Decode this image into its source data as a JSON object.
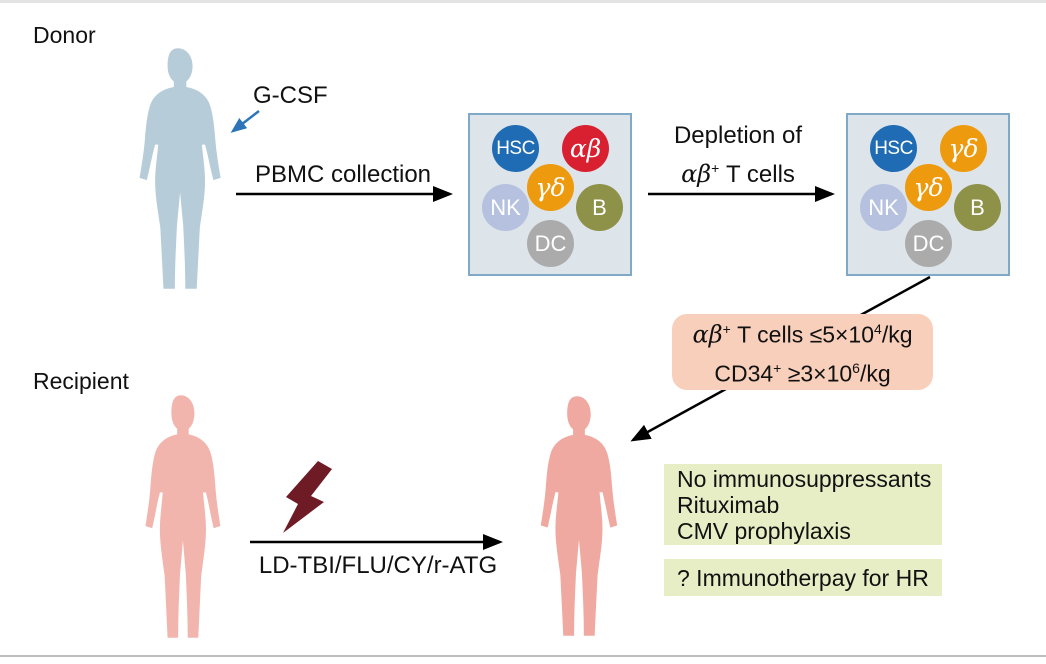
{
  "figure": {
    "donor_label": "Donor",
    "recipient_label": "Recipient"
  },
  "annotations": {
    "gcsf": "G-CSF",
    "pbmc": "PBMC collection",
    "depletion": {
      "line1": "Depletion of",
      "greek": "αβ",
      "sup": "+",
      "rest": " T cells"
    },
    "conditioning": "LD-TBI/FLU/CY/r-ATG"
  },
  "graft_before": {
    "cells": [
      {
        "id": "hsc",
        "label": "HSC",
        "color": "#1f6cb4"
      },
      {
        "id": "alphabeta-t",
        "label": "αβ",
        "color": "#d92031"
      },
      {
        "id": "gammadelta-t",
        "label": "γδ",
        "color": "#ee9a0e"
      },
      {
        "id": "nk",
        "label": "NK",
        "color": "#b5c1de"
      },
      {
        "id": "b-cell",
        "label": "B",
        "color": "#8e9148"
      },
      {
        "id": "dc",
        "label": "DC",
        "color": "#ababab"
      }
    ]
  },
  "graft_after": {
    "cells": [
      {
        "id": "hsc",
        "label": "HSC",
        "color": "#1f6cb4"
      },
      {
        "id": "gammadelta-t-2",
        "label": "γδ",
        "color": "#ee9a0e"
      },
      {
        "id": "gammadelta-t",
        "label": "γδ",
        "color": "#ee9a0e"
      },
      {
        "id": "nk",
        "label": "NK",
        "color": "#b5c1de"
      },
      {
        "id": "b-cell",
        "label": "B",
        "color": "#8e9148"
      },
      {
        "id": "dc",
        "label": "DC",
        "color": "#ababab"
      }
    ]
  },
  "criteria": {
    "line1": {
      "greek": "αβ",
      "sup1": "+",
      "mid": " T cells ≤5×10",
      "sup2": "4",
      "end": "/kg"
    },
    "line2": {
      "pre": "CD34",
      "sup1": "+",
      "mid": " ≥3×10",
      "sup2": "6",
      "end": "/kg"
    }
  },
  "post_transplant": {
    "lines": [
      "No immunosuppressants",
      "Rituximab",
      "CMV prophylaxis"
    ]
  },
  "question_box": {
    "text": "? Immunotherpay for HR"
  },
  "colors": {
    "hsc": "#1f6cb4",
    "alphabeta_t": "#d92031",
    "gammadelta_t": "#ee9a0e",
    "nk": "#b5c1de",
    "b_cell": "#8e9148",
    "dc": "#ababab",
    "graft_box_bg": "#dde4ea",
    "graft_box_border": "#7fa9c6",
    "donor_body": "#b7ccd9",
    "recipient_body": "#f2b5ad",
    "recipient_body_post": "#efa9a0",
    "criteria_box_bg": "#f8cfba",
    "notes_box_bg": "#e7eec6",
    "lightning": "#6e1b26",
    "gcsf_arrow": "#2e75b8",
    "arrow": "#000000"
  }
}
